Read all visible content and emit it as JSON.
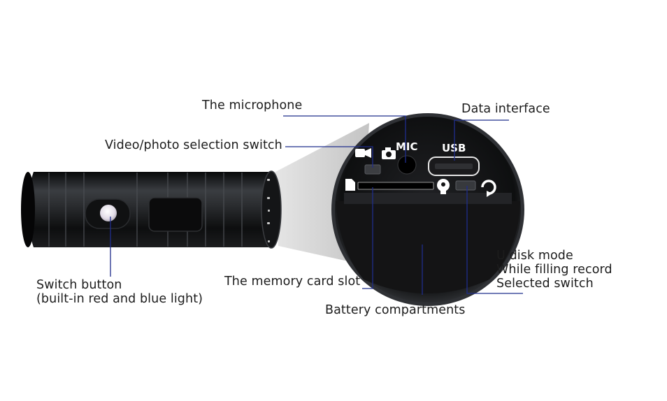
{
  "labels": {
    "microphone": "The microphone",
    "data_interface": "Data interface",
    "video_photo_switch": "Video/photo selection switch",
    "switch_button_line1": "Switch button",
    "switch_button_line2": "(built-in red and blue light)",
    "memory_card_slot": "The memory card slot",
    "battery": "Battery compartments",
    "mode_line1": "U disk mode",
    "mode_line2": "While filling record",
    "mode_line3": "Selected switch"
  },
  "device_print": {
    "mic": "MIC",
    "usb": "USB"
  },
  "colors": {
    "leader_line": "#1f2d8c",
    "body": "#17181a",
    "zoom_cone": "#d2d2d2",
    "label_text": "#1c1c1c"
  }
}
